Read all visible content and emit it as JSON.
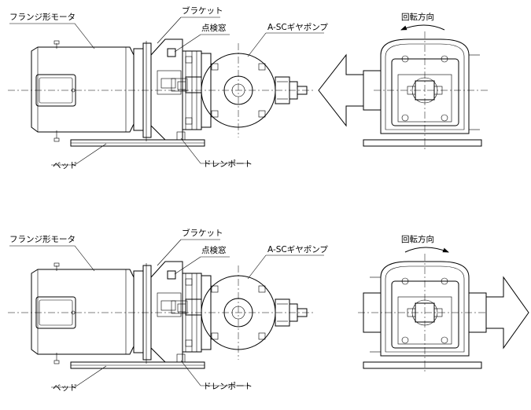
{
  "views": [
    {
      "labels": {
        "motor": "フランジ形モータ",
        "bracket": "ブラケット",
        "inspection": "点検窓",
        "pump": "A-SCギヤポンプ",
        "base": "ベッド",
        "drain": "ドレンポート",
        "rotation": "回転方向"
      }
    },
    {
      "labels": {
        "motor": "フランジ形モータ",
        "bracket": "ブラケット",
        "inspection": "点検窓",
        "pump": "A-SCギヤポンプ",
        "base": "ベッド",
        "drain": "ドレンポート",
        "rotation": "回転方向"
      }
    }
  ]
}
